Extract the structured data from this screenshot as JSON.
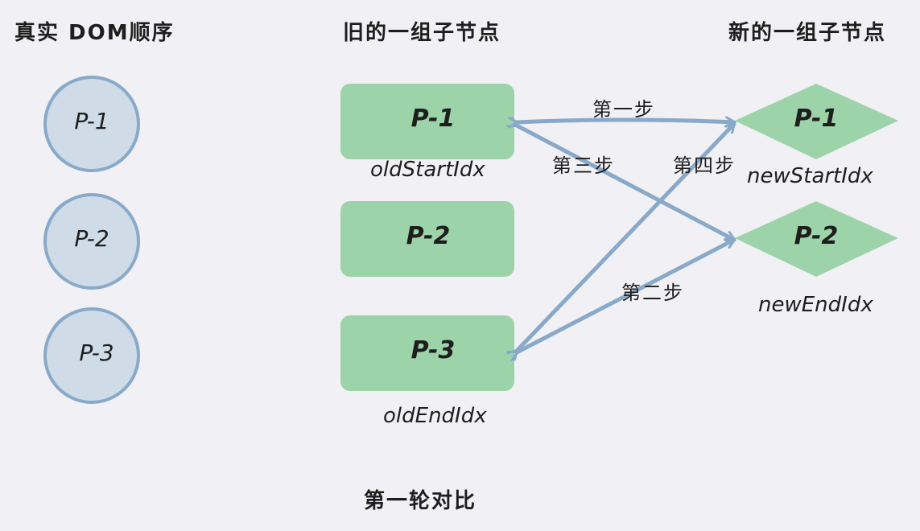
{
  "headings": {
    "real_dom": "真实 DOM顺序",
    "old_children": "旧的一组子节点",
    "new_children": "新的一组子节点"
  },
  "real_dom_nodes": [
    "P-1",
    "P-2",
    "P-3"
  ],
  "old_nodes": [
    "P-1",
    "P-2",
    "P-3"
  ],
  "new_nodes": [
    "P-1",
    "P-2"
  ],
  "pointers": {
    "old_start": "oldStartIdx",
    "old_end": "oldEndIdx",
    "new_start": "newStartIdx",
    "new_end": "newEndIdx"
  },
  "steps": {
    "step1": "第一步",
    "step2": "第二步",
    "step3": "第三步",
    "step4": "第四步"
  },
  "caption": "第一轮对比",
  "colors": {
    "background": "#f1f0f4",
    "circle_fill": "#cfdce8",
    "circle_stroke": "#88a9c9",
    "node_fill": "#9dd3a8",
    "arrow": "#88a9c9",
    "text": "#1e1e1e"
  }
}
